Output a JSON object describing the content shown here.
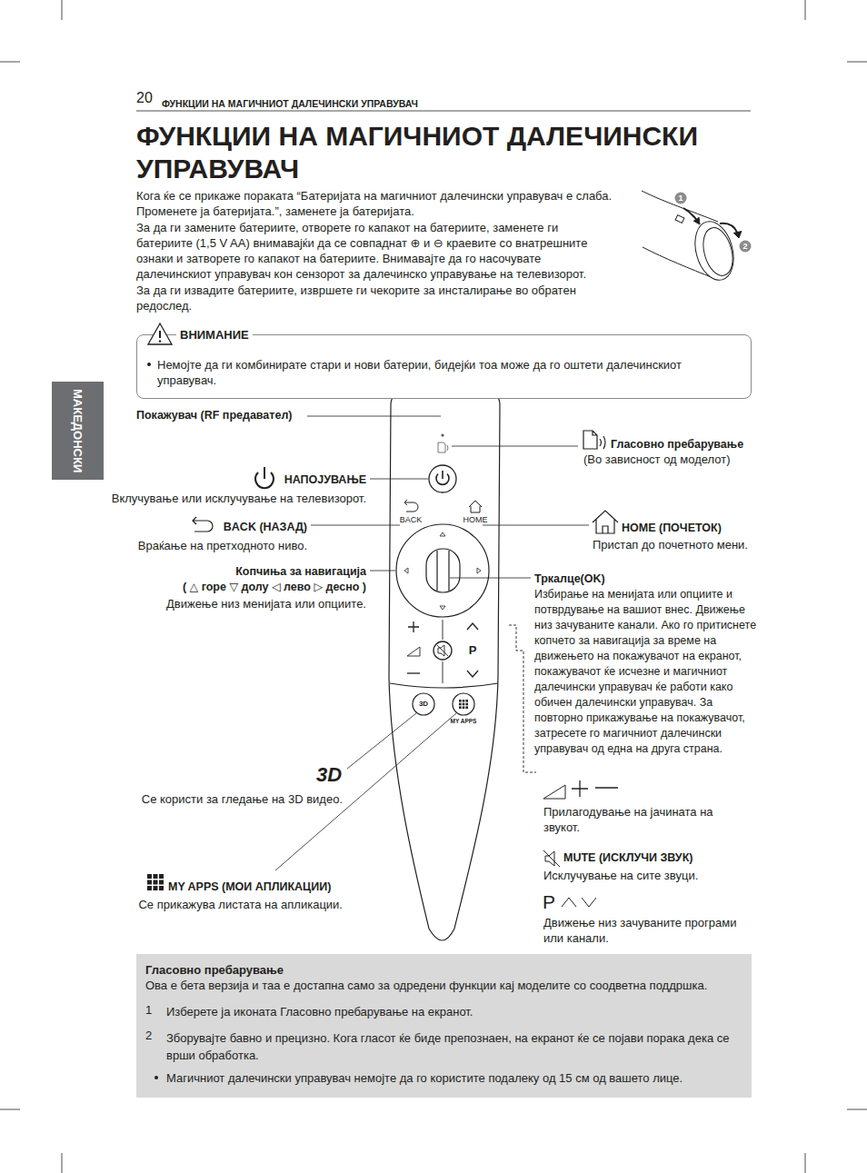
{
  "diagram": {
    "title": "ФУНКЦИИ НА МАГИЧНИОТ ДАЛЕЧИНСКИ УПРАВУВАЧ",
    "nodes": [
      {
        "text": [
          "ВНИМАНИЕ",
          "Немојте да ги комбинирате стари и нови батерии, бидејќи тоа може да го оштети далечинскиот управувач."
        ]
      },
      {
        "text": [
          "МАКЕДОНСКИ"
        ]
      },
      {
        "text": [
          "Гласовно пребарување",
          "Ова е бета верзија и таа е достапна само за одредени функции кај моделите со соодветна поддршка.",
          "1",
          "Изберете ја иконата Гласовно пребарување на екранот.",
          "2",
          "Зборувајте бавно и прецизно. Кога гласот ќе биде препознаен, на екранот ќе се појави порака дека се врши обработка.",
          "Магичниот далечински управувач немојте да го користите подалеку од 15 см од вашето лице."
        ]
      }
    ],
    "labels": [
      "20",
      "ФУНКЦИИ НА МАГИЧНИОТ ДАЛЕЧИНСКИ УПРАВУВАЧ",
      "Кога ќе се прикаже пораката “Батеријата на магичниот далечински управувач е слаба. Променете ја батеријата.”, заменете ја батеријата.",
      "За да ги замените батериите, отворете го капакот на батериите, заменете ги батериите (1,5 V AA) внимавајќи да се совпаднат ⊕ и ⊖ краевите со внатрешните ознаки и затворете го капакот на батериите. Внимавајте да го насочувате далечинскиот управувач кон сензорот за далечинско управување на телевизорот.",
      "За да ги извадите батериите, извршете ги чекорите за инсталирање во обратен редослед.",
      "1",
      "2",
      "Покажувач (RF предавател)",
      "Гласовно пребарување",
      "(Во зависност од моделот)",
      "НАПОЈУВАЊЕ",
      "Вклучување или исклучување на телевизорот.",
      "BACK (НАЗАД)",
      "Враќање на претходното ниво.",
      "Копчиња за навигација",
      "( △ горе ▽ долу ◁ лево ▷ десно )",
      "Движење низ менијата или опциите.",
      "BACK",
      "HOME",
      "HOME (ПОЧЕТОК)",
      "Пристап до почетното мени.",
      "Тркалце(OK)",
      "Избирање на менијата или опциите и потврдување на вашиот внес. Движење низ зачуваните канали. Ако го притиснете копчето за навигација за време на движењето на покажувачот на екранот, покажувачот ќе исчезне и магичниот далечински управувач ќе работи како обичен далечински управувач. За повторно прикажување на покажувачот, затресете го магичниот далечински управувач од една на друга страна.",
      "P",
      "3D",
      "MY APPS",
      "3D",
      "Се користи за гледање на 3D видео.",
      "MY APPS (МОИ АПЛИКАЦИИ)",
      "Се прикажува листата на апликации.",
      "Прилагодување на јачината на звукот.",
      "MUTE (ИСКЛУЧИ ЗВУК)",
      "Исклучување на сите звуци.",
      "P",
      "Движење низ зачуваните програми или канали."
    ]
  }
}
